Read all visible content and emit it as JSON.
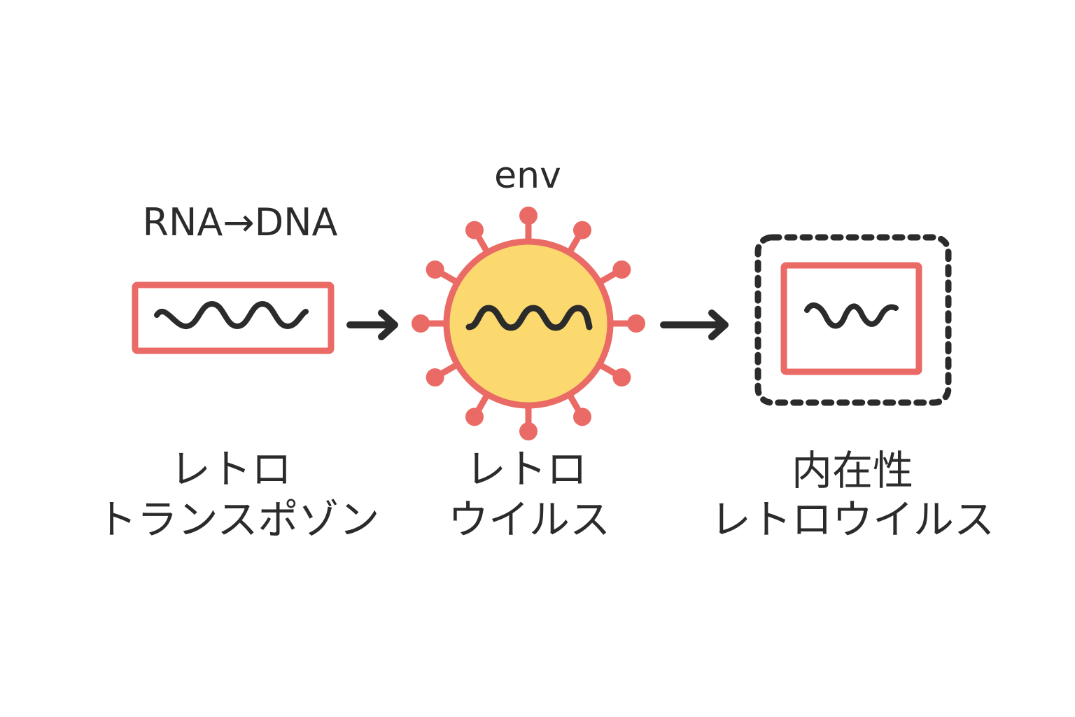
{
  "colors": {
    "accent_red": "#ea6a66",
    "virus_fill": "#fbd96f",
    "ink": "#2b2b2b",
    "background": "#ffffff"
  },
  "stages": [
    {
      "id": "retrotransposon",
      "top_label": "RNA→DNA",
      "label_line1": "レトロ",
      "label_line2": "トランスポゾン",
      "icon": "rna-box-icon"
    },
    {
      "id": "retrovirus",
      "top_label": "env",
      "label_line1": "レトロ",
      "label_line2": "ウイルス",
      "icon": "virus-icon",
      "spike_count": 12
    },
    {
      "id": "endogenous-retrovirus",
      "label_line1": "内在性",
      "label_line2": "レトロウイルス",
      "icon": "integrated-genome-box-icon"
    }
  ],
  "arrows": [
    {
      "from": "retrotransposon",
      "to": "retrovirus",
      "icon": "arrow-right-icon"
    },
    {
      "from": "retrovirus",
      "to": "endogenous-retrovirus",
      "icon": "arrow-right-icon"
    }
  ]
}
